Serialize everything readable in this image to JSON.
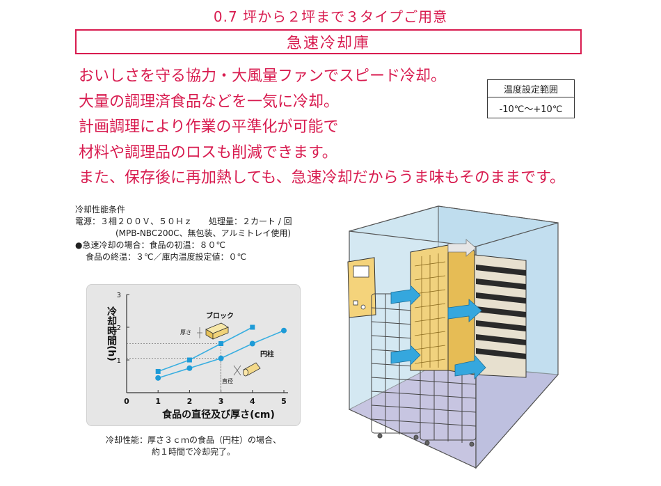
{
  "header": {
    "subtitle": "0.7 坪から２坪まで３タイプご用意",
    "title": "急速冷却庫"
  },
  "intro_lines": [
    "おいしさを守る協力・大風量ファンでスピード冷却。",
    "大量の調理済食品などを一気に冷却。",
    "計画調理により作業の平準化が可能で",
    "材料や調理品のロスも削減できます。",
    "また、保存後に再加熱しても、急速冷却だからうま味もそのままです。"
  ],
  "temp_range": {
    "label": "温度設定範囲",
    "value": "-10℃〜+10℃"
  },
  "conditions": {
    "heading": "冷却性能条件",
    "line1": "電源：３相２００Ｖ、５０Ｈｚ　　処理量：２カート / 回",
    "line2": "(MPB-NBC200C、無包装、アルミトレイ使用)",
    "line3": "●急速冷却の場合：食品の初温：８０℃",
    "line4": "食品の終温：３℃／庫内温度設定値：０℃"
  },
  "caption": {
    "line1": "冷却性能：厚さ３ｃｍの食品（円柱）の場合、",
    "line2": "約１時間で冷却完了。"
  },
  "chart_data": {
    "type": "line",
    "xlabel": "食品の直径及び厚さ(cm)",
    "ylabel": "冷却時間(h)",
    "xlim": [
      0,
      5
    ],
    "ylim": [
      0,
      3
    ],
    "x_ticks": [
      "0",
      "1",
      "2",
      "3",
      "4",
      "5"
    ],
    "y_ticks": [
      "1",
      "2",
      "3"
    ],
    "series": [
      {
        "name": "ブロック",
        "marker": "square",
        "x": [
          1,
          2,
          3,
          4
        ],
        "y": [
          0.65,
          1.0,
          1.5,
          2.0
        ]
      },
      {
        "name": "円柱",
        "marker": "circle",
        "x": [
          1,
          2,
          3,
          4,
          5
        ],
        "y": [
          0.45,
          0.75,
          1.05,
          1.5,
          1.9
        ]
      }
    ],
    "annotations": {
      "thickness_label": "厚さ",
      "diameter_label": "直径"
    },
    "colors": {
      "line": "#38aee0",
      "marker": "#1e9bd7",
      "grid": "#777777"
    }
  }
}
